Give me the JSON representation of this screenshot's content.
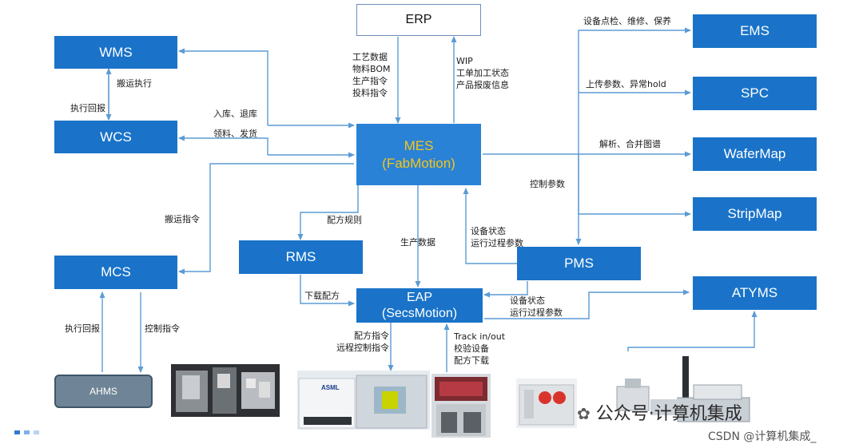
{
  "boxes": {
    "erp": "ERP",
    "wms": "WMS",
    "wcs": "WCS",
    "mes_line1": "MES",
    "mes_line2": "(FabMotion)",
    "mcs": "MCS",
    "rms": "RMS",
    "eap_line1": "EAP",
    "eap_line2": "(SecsMotion)",
    "pms": "PMS",
    "ahms": "AHMS",
    "ems": "EMS",
    "spc": "SPC",
    "wafermap": "WaferMap",
    "stripmap": "StripMap",
    "atyms": "ATYMS"
  },
  "labels": {
    "erp_to_mes": [
      "工艺数据",
      "物料BOM",
      "生产指令",
      "投料指令"
    ],
    "mes_to_erp": [
      "WIP",
      "工单加工状态",
      "产品报废信息"
    ],
    "wms_wcs": "搬运执行",
    "wcs_wms": "执行回报",
    "mes_wms": "入库、退库",
    "mes_wcs": "领料、发货",
    "mes_mcs": "搬运指令",
    "mes_rms": "配方规则",
    "mes_eap": "生产数据",
    "pms_mes": [
      "设备状态",
      "运行过程参数"
    ],
    "rms_eap": "下载配方",
    "pms_eap": [
      "设备状态",
      "运行过程参数"
    ],
    "mcs_ahms": "控制指令",
    "ahms_mcs": "执行回报",
    "eap_down": [
      "配方指令",
      "远程控制指令"
    ],
    "eap_up": [
      "Track in/out",
      "校验设备",
      "配方下载"
    ],
    "to_ems": "设备点检、维修、保养",
    "to_spc": "上传参数、异常hold",
    "to_wafermap": "解析、合并图谱",
    "control_params": "控制参数"
  },
  "photos": {
    "asml_logo": "ASML"
  },
  "watermark": {
    "wechat": "公众号·计算机集成",
    "csdn": "CSDN @计算机集成_"
  },
  "colors": {
    "box": "#1a73c8",
    "mes": "#2a82d6",
    "mes_text": "#f5c518",
    "arrow": "#5b9bd5"
  }
}
